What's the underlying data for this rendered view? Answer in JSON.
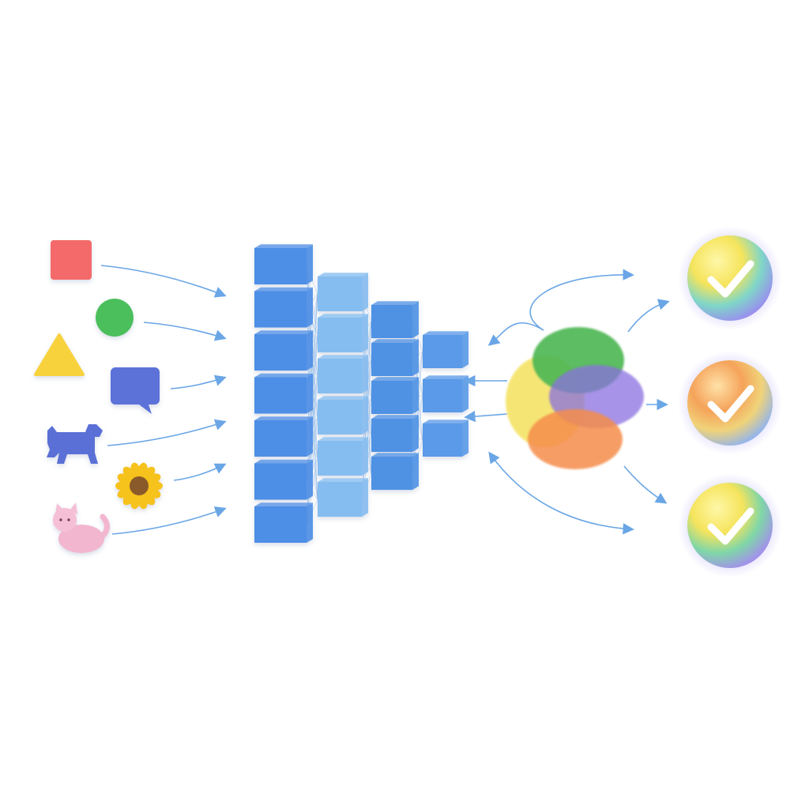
{
  "diagram": {
    "description_free": true,
    "inputs": [
      {
        "icon": "square-icon",
        "color": "#f46a6a"
      },
      {
        "icon": "circle-icon",
        "color": "#4cbf5b"
      },
      {
        "icon": "triangle-icon",
        "color": "#f7d23e"
      },
      {
        "icon": "speech-bubble-icon",
        "color": "#5c72d9"
      },
      {
        "icon": "dog-icon",
        "color": "#5a6fd6"
      },
      {
        "icon": "sunflower-icon",
        "color": "#f6c21c"
      },
      {
        "icon": "cat-icon",
        "color": "#f2b6cf"
      }
    ],
    "network_layers": [
      7,
      6,
      5,
      3
    ],
    "layer_colors": [
      "#4d8ee6",
      "#86bdf0",
      "#4f92e4",
      "#5a9ae8"
    ],
    "clusters": [
      {
        "name": "green-blob",
        "color": "#4fb855"
      },
      {
        "name": "yellow-blob",
        "color": "#f4e15b"
      },
      {
        "name": "purple-blob",
        "color": "#8a6fe0"
      },
      {
        "name": "orange-blob",
        "color": "#f58d4b"
      }
    ],
    "outputs": [
      {
        "icon": "checkmark-icon",
        "palette": [
          "#f5e45c",
          "#7fd6c8",
          "#9a8cf0"
        ]
      },
      {
        "icon": "checkmark-icon",
        "palette": [
          "#f5a35a",
          "#f0d37a",
          "#8fb3f0"
        ]
      },
      {
        "icon": "checkmark-icon",
        "palette": [
          "#f5e45c",
          "#7fd6a8",
          "#a58cf0"
        ]
      }
    ],
    "arrow_color": "#6aa6e6"
  }
}
